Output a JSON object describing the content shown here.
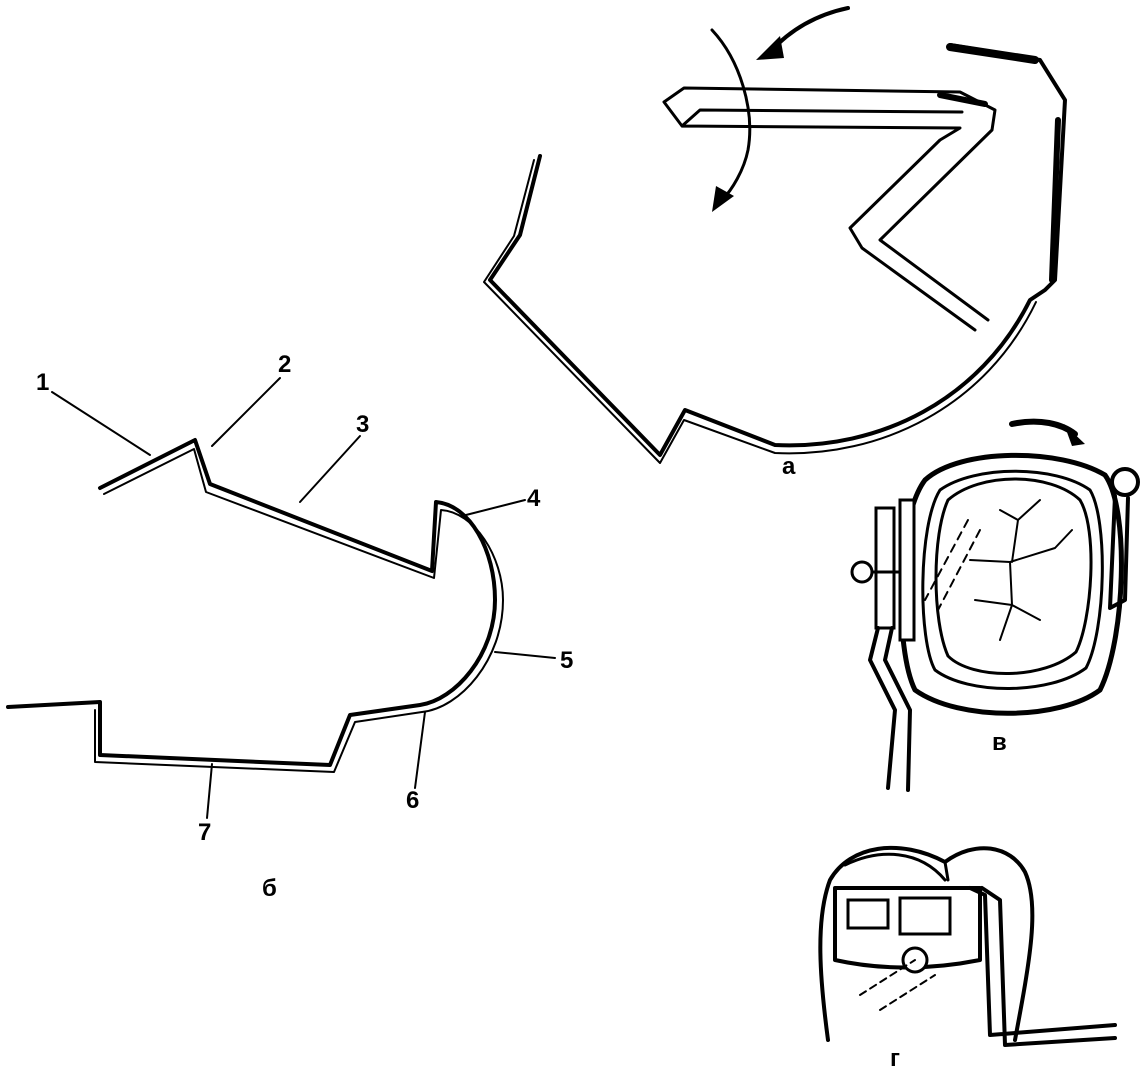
{
  "figure": {
    "part_labels": {
      "a": "а",
      "b": "б",
      "v": "в",
      "g": "г"
    },
    "numbers": [
      "1",
      "2",
      "3",
      "4",
      "5",
      "6",
      "7"
    ]
  }
}
